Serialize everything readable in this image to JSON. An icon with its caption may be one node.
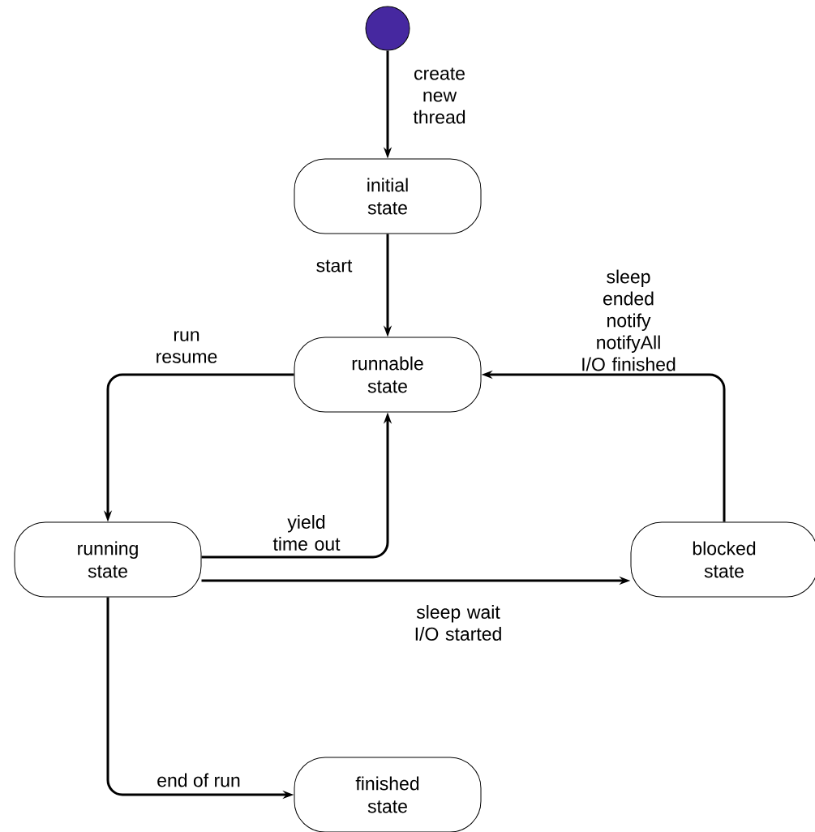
{
  "diagram": {
    "nodes": [
      {
        "text": [],
        "shape": "circle"
      },
      {
        "text": [
          "initial state"
        ]
      },
      {
        "text": [
          "runnable state"
        ]
      },
      {
        "text": [
          "running state"
        ]
      },
      {
        "text": [
          "blocked state"
        ]
      },
      {
        "text": [
          "finished state"
        ]
      }
    ],
    "edges": [
      {
        "from": 0,
        "to": 1,
        "arrow": "to",
        "label": "create new thread"
      },
      {
        "from": 1,
        "to": 2,
        "arrow": "to",
        "label": "start"
      },
      {
        "from": 2,
        "to": 3,
        "arrow": "to",
        "label": "run resume"
      },
      {
        "from": 3,
        "to": 2,
        "arrow": "to",
        "label": "yield time out"
      },
      {
        "from": 3,
        "to": 4,
        "arrow": "to",
        "label": "sleep wait I/O started"
      },
      {
        "from": 4,
        "to": 2,
        "arrow": "to",
        "label": "sleep ended notify notifyAll I/O finished"
      },
      {
        "from": 3,
        "to": 5,
        "arrow": "to",
        "label": "end of run"
      }
    ]
  }
}
